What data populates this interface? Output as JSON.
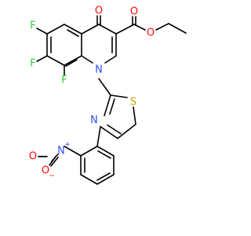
{
  "molecule": {
    "atoms": [
      {
        "id": "F1",
        "label": "F",
        "color": "#33cc33"
      },
      {
        "id": "F2",
        "label": "F",
        "color": "#33cc33"
      },
      {
        "id": "F3",
        "label": "F",
        "color": "#33cc33"
      },
      {
        "id": "O1",
        "label": "O",
        "color": "#ff0d0d"
      },
      {
        "id": "O2",
        "label": "O",
        "color": "#ff0d0d"
      },
      {
        "id": "O3",
        "label": "O",
        "color": "#ff0d0d"
      },
      {
        "id": "N1",
        "label": "N",
        "color": "#3050f8"
      },
      {
        "id": "N2",
        "label": "N",
        "color": "#3050f8"
      },
      {
        "id": "S1",
        "label": "S",
        "color": "#c8a400"
      },
      {
        "id": "N3",
        "label": "N",
        "color": "#3050f8",
        "charge": "+"
      },
      {
        "id": "O4",
        "label": "O",
        "color": "#ff0d0d",
        "charge": "−"
      },
      {
        "id": "O5",
        "label": "O",
        "color": "#ff0d0d"
      }
    ],
    "bond_color": "#000000"
  }
}
